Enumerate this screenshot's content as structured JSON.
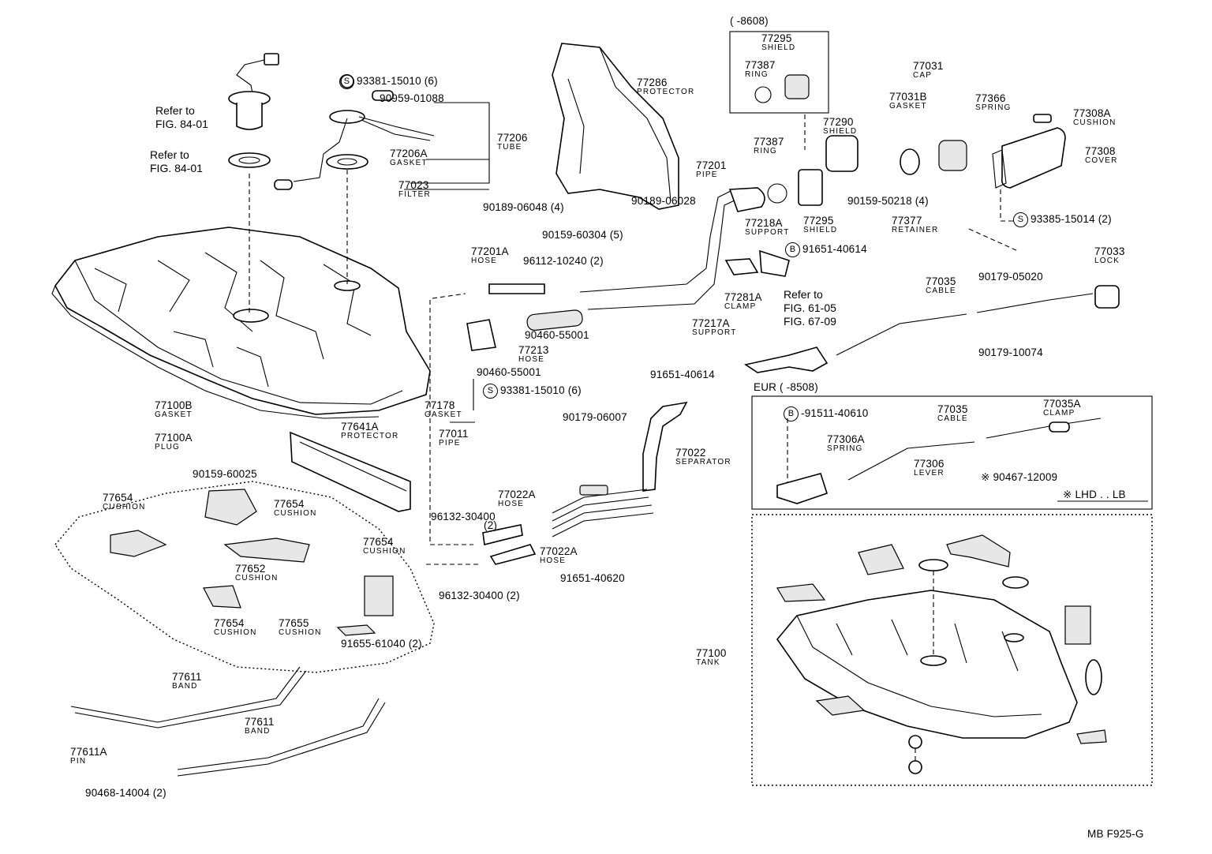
{
  "diagram_code": "MB F925-G",
  "groups": {
    "shield_box": "(     -8608)",
    "eur_box": "EUR (        -8508)"
  },
  "note": "※ LHD . . LB",
  "labels": [
    {
      "id": "77295a",
      "text": "77295",
      "name": "SHIELD"
    },
    {
      "id": "77387a",
      "text": "77387",
      "name": "RING"
    },
    {
      "id": "77031",
      "text": "77031",
      "name": "CAP"
    },
    {
      "id": "77031b",
      "text": "77031B",
      "name": "GASKET"
    },
    {
      "id": "77366",
      "text": "77366",
      "name": "SPRING"
    },
    {
      "id": "77308a",
      "text": "77308A",
      "name": "CUSHION"
    },
    {
      "id": "77308",
      "text": "77308",
      "name": "COVER"
    },
    {
      "id": "77286",
      "text": "77286",
      "name": "PROTECTOR"
    },
    {
      "id": "77206",
      "text": "77206",
      "name": "TUBE"
    },
    {
      "id": "77206a",
      "text": "77206A",
      "name": "GASKET"
    },
    {
      "id": "77023",
      "text": "77023",
      "name": "FILTER"
    },
    {
      "id": "77290",
      "text": "77290",
      "name": "SHIELD"
    },
    {
      "id": "77387b",
      "text": "77387",
      "name": "RING"
    },
    {
      "id": "77201",
      "text": "77201",
      "name": "PIPE"
    },
    {
      "id": "77218a",
      "text": "77218A",
      "name": "SUPPORT"
    },
    {
      "id": "77295b",
      "text": "77295",
      "name": "SHIELD"
    },
    {
      "id": "77377",
      "text": "77377",
      "name": "RETAINER"
    },
    {
      "id": "77033",
      "text": "77033",
      "name": "LOCK"
    },
    {
      "id": "77201a",
      "text": "77201A",
      "name": "HOSE"
    },
    {
      "id": "77281a",
      "text": "77281A",
      "name": "CLAMP"
    },
    {
      "id": "77035a",
      "text": "77035",
      "name": "CABLE"
    },
    {
      "id": "77217a",
      "text": "77217A",
      "name": "SUPPORT"
    },
    {
      "id": "77213",
      "text": "77213",
      "name": "HOSE"
    },
    {
      "id": "77100b",
      "text": "77100B",
      "name": "GASKET"
    },
    {
      "id": "77178",
      "text": "77178",
      "name": "GASKET"
    },
    {
      "id": "77011",
      "text": "77011",
      "name": "PIPE"
    },
    {
      "id": "77100a",
      "text": "77100A",
      "name": "PLUG"
    },
    {
      "id": "77641a",
      "text": "77641A",
      "name": "PROTECTOR"
    },
    {
      "id": "77022",
      "text": "77022",
      "name": "SEPARATOR"
    },
    {
      "id": "77654a",
      "text": "77654",
      "name": "CUSHION"
    },
    {
      "id": "77654b",
      "text": "77654",
      "name": "CUSHION"
    },
    {
      "id": "77022a1",
      "text": "77022A",
      "name": "HOSE"
    },
    {
      "id": "77654c",
      "text": "77654",
      "name": "CUSHION"
    },
    {
      "id": "77652",
      "text": "77652",
      "name": "CUSHION"
    },
    {
      "id": "77022a2",
      "text": "77022A",
      "name": "HOSE"
    },
    {
      "id": "77654d",
      "text": "77654",
      "name": "CUSHION"
    },
    {
      "id": "77655",
      "text": "77655",
      "name": "CUSHION"
    },
    {
      "id": "77611a",
      "text": "77611",
      "name": "BAND"
    },
    {
      "id": "77611b",
      "text": "77611",
      "name": "BAND"
    },
    {
      "id": "77611pin",
      "text": "77611A",
      "name": "PIN"
    },
    {
      "id": "77100",
      "text": "77100",
      "name": "TANK"
    },
    {
      "id": "eur77035",
      "text": "77035",
      "name": "CABLE"
    },
    {
      "id": "eur77035a",
      "text": "77035A",
      "name": "CLAMP"
    },
    {
      "id": "eur77306a",
      "text": "77306A",
      "name": "SPRING"
    },
    {
      "id": "eur77306",
      "text": "77306",
      "name": "LEVER"
    }
  ],
  "parts": [
    {
      "id": "p1",
      "text": "93381-15010 (6)",
      "mark": "S"
    },
    {
      "id": "p2",
      "text": "90959-01088"
    },
    {
      "id": "p3",
      "text": "90189-06048 (4)"
    },
    {
      "id": "p4",
      "text": "90159-60304 (5)"
    },
    {
      "id": "p5",
      "text": "90189-06028"
    },
    {
      "id": "p6",
      "text": "90159-50218 (4)"
    },
    {
      "id": "p7",
      "text": "93385-15014 (2)",
      "mark": "S"
    },
    {
      "id": "p8",
      "text": "91651-40614",
      "mark": "B"
    },
    {
      "id": "p9",
      "text": "90179-05020"
    },
    {
      "id": "p10",
      "text": "96112-10240 (2)"
    },
    {
      "id": "p11",
      "text": "90460-55001"
    },
    {
      "id": "p12",
      "text": "90460-55001"
    },
    {
      "id": "p13",
      "text": "91651-40614"
    },
    {
      "id": "p14",
      "text": "90179-10074"
    },
    {
      "id": "p15",
      "text": "93381-15010 (6)",
      "mark": "S"
    },
    {
      "id": "p16",
      "text": "90179-06007"
    },
    {
      "id": "p17",
      "text": "90159-60025"
    },
    {
      "id": "p18",
      "text": "96132-30400"
    },
    {
      "id": "p19",
      "text": "(2)"
    },
    {
      "id": "p20",
      "text": "96132-30400 (2)"
    },
    {
      "id": "p21",
      "text": "91651-40620"
    },
    {
      "id": "p22",
      "text": "91655-61040 (2)"
    },
    {
      "id": "p23",
      "text": "90468-14004 (2)"
    },
    {
      "id": "p24",
      "text": "-91511-40610",
      "mark": "B"
    },
    {
      "id": "p25",
      "text": "※ 90467-12009"
    }
  ],
  "refs": [
    {
      "id": "r1",
      "lines": [
        "Refer to",
        "FIG. 84-01"
      ]
    },
    {
      "id": "r2",
      "lines": [
        "Refer to",
        "FIG. 84-01"
      ]
    },
    {
      "id": "r3",
      "lines": [
        "Refer to",
        "FIG. 61-05",
        "FIG. 67-09"
      ]
    }
  ]
}
